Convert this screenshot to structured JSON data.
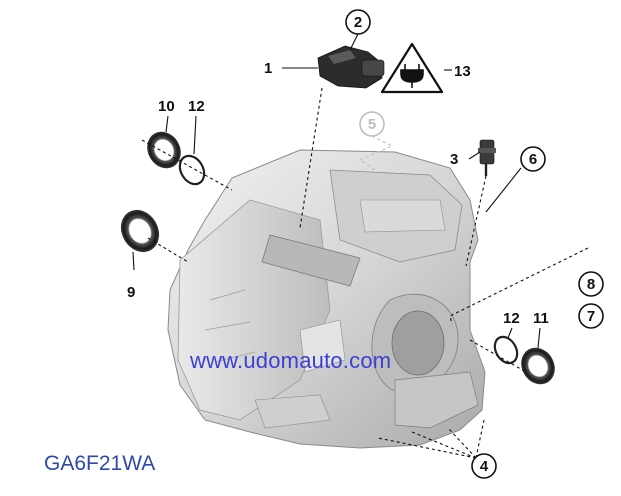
{
  "watermark": "www.udomauto.com",
  "model_code": "GA6F21WA",
  "callouts": {
    "c1": "1",
    "c2": "2",
    "c3": "3",
    "c4": "4",
    "c5": "5",
    "c6": "6",
    "c7": "7",
    "c8": "8",
    "c9": "9",
    "c10": "10",
    "c11": "11",
    "c12a": "12",
    "c12b": "12",
    "c13": "13"
  },
  "colors": {
    "watermark": "#3a3fd6",
    "model_code": "#2e49a8",
    "housing": "#d9d9d9",
    "seal": "#2b2b2b"
  }
}
